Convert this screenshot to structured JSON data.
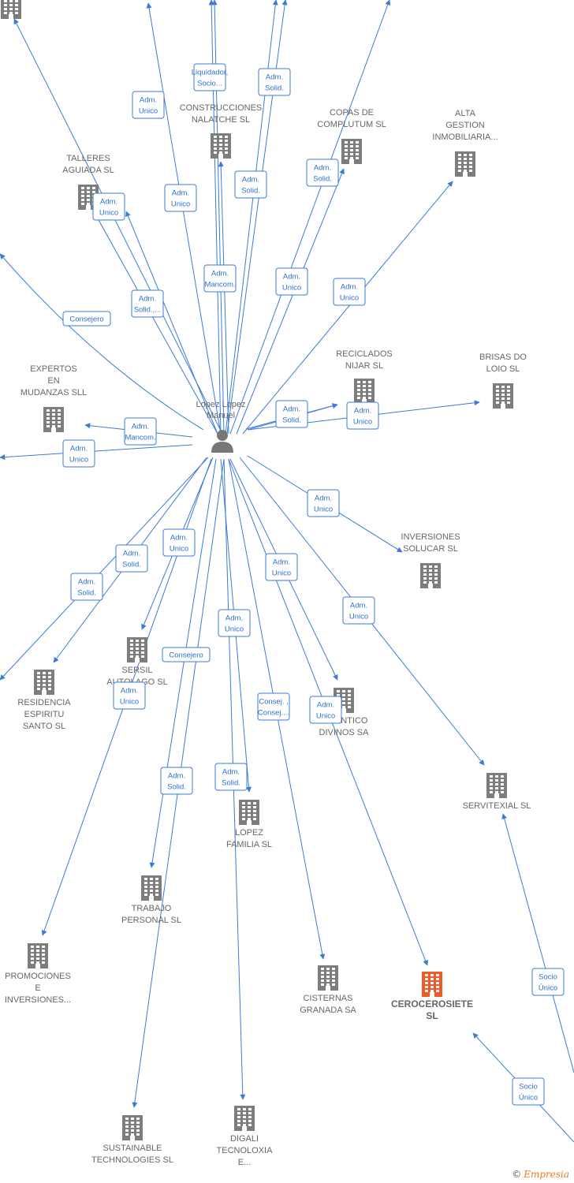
{
  "colors": {
    "edge": "#3a7bd5",
    "company": "#7d7d7d",
    "highlight": "#f05a28",
    "person": "#777777"
  },
  "center": {
    "name": "Lopez Lopez\nManuel",
    "icon": "person-icon"
  },
  "nodes": [
    {
      "id": "top-left",
      "label": ""
    },
    {
      "id": "construcciones",
      "label": "CONSTRUCCIONES\nNALATCHE SL"
    },
    {
      "id": "copas",
      "label": "COPAS DE\nCOMPLUTUM SL"
    },
    {
      "id": "alta",
      "label": "ALTA\nGESTION\nINMOBILIARIA..."
    },
    {
      "id": "talleres",
      "label": "TALLERES\nAGUIADA SL"
    },
    {
      "id": "reciclados",
      "label": "RECICLADOS\nNIJAR SL"
    },
    {
      "id": "brisas",
      "label": "BRISAS DO\nLOIO SL"
    },
    {
      "id": "expertos",
      "label": "EXPERTOS\nEN\nMUDANZAS SLL"
    },
    {
      "id": "solucar",
      "label": "INVERSIONES\nSOLUCAR SL"
    },
    {
      "id": "sersil",
      "label": "SERSIL\nAUTOLAGO SL"
    },
    {
      "id": "residencia",
      "label": "RESIDENCIA\nESPIRITU\nSANTO SL"
    },
    {
      "id": "atlantico",
      "label": "ATLANTICO\nDIVINOS SA"
    },
    {
      "id": "servitexial",
      "label": "SERVITEXIAL SL"
    },
    {
      "id": "lopezfam",
      "label": "LOPEZ\nFAMILIA SL"
    },
    {
      "id": "trabajo",
      "label": "TRABAJO\nPERSONAL SL"
    },
    {
      "id": "promociones",
      "label": "PROMOCIONES\nE\nINVERSIONES..."
    },
    {
      "id": "cisternas",
      "label": "CISTERNAS\nGRANADA SA"
    },
    {
      "id": "cerocero",
      "label": "CEROCEROSIETE\nSL"
    },
    {
      "id": "sustainable",
      "label": "SUSTAINABLE\nTECHNOLOGIES SL"
    },
    {
      "id": "digali",
      "label": "DIGALI\nTECNOLOXIA\nE..."
    }
  ],
  "edge_labels": [
    "Adm.\nUnico",
    "Liquidador,\nSocio...",
    "Adm.\nSolid.",
    "Adm.\nSolid.",
    "Adm.\nUnico",
    "Adm.\nSolid.",
    "Adm.\nUnico",
    "Adm.\nMancom.",
    "Adm.\nSolid.,...",
    "Consejero",
    "Adm.\nUnico",
    "Adm.\nUnico",
    "Adm.\nSolid.",
    "Adm.\nUnico",
    "Adm.\nMancom.",
    "Adm.\nUnico",
    "Adm.\nUnico",
    "Adm.\nSolid.",
    "Adm.\nUnico",
    "Adm.\nSolid.",
    "Adm.\nUnico",
    "Adm.\nUnico",
    "Adm.\nUnico",
    "Consejero",
    "Adm.\nUnico",
    "Consej. ,\nConsej....",
    "Adm.\nUnico",
    "Adm.\nSolid.",
    "Adm.\nSolid.",
    "Socio\nÚnico",
    "Socio\nÚnico"
  ],
  "brand": {
    "copyright": "©",
    "name": "Empresia"
  }
}
